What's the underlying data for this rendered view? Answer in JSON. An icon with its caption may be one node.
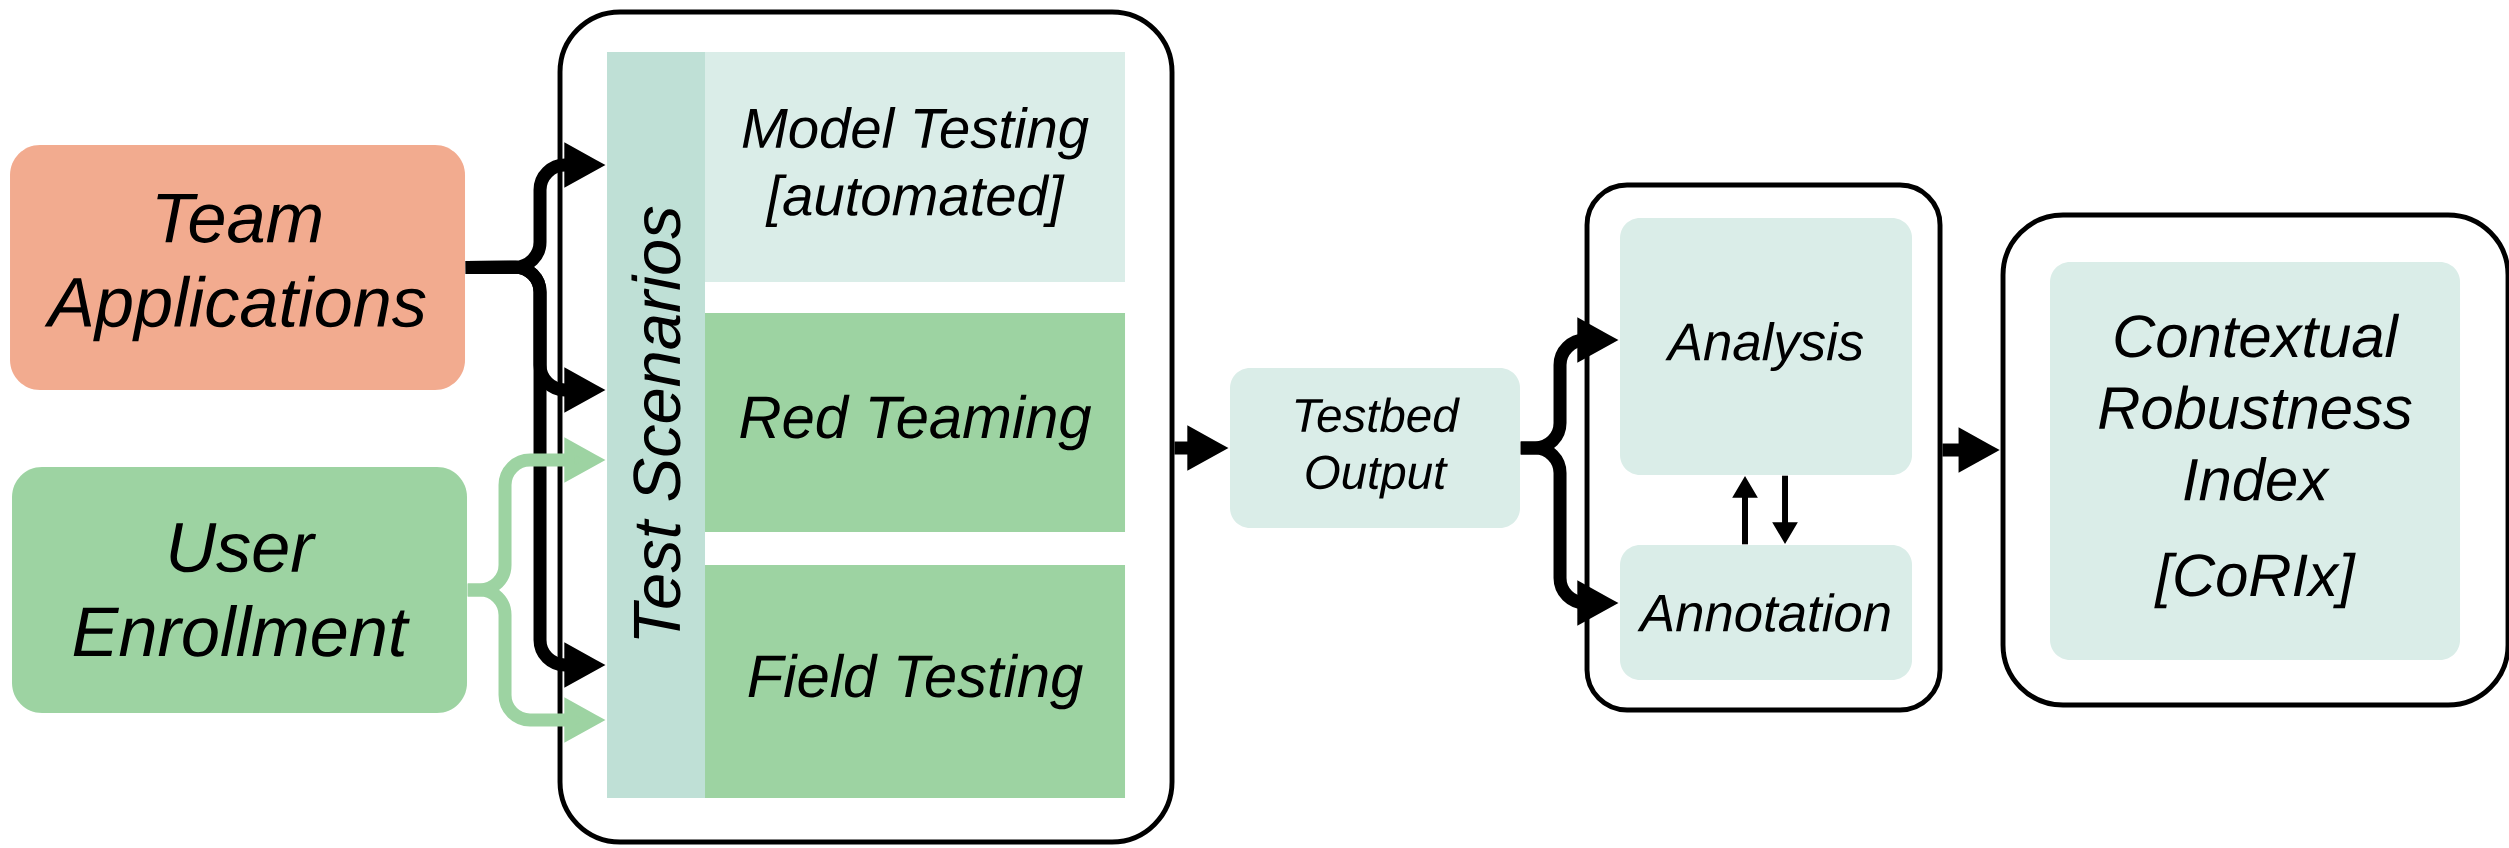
{
  "diagram": {
    "nodes": [
      {
        "text": [
          "Team Applications"
        ]
      },
      {
        "text": [
          "User Enrollment"
        ]
      },
      {
        "text": [],
        "shape": "box"
      },
      {
        "text": [
          "Test Scenarios"
        ],
        "in": 2
      },
      {
        "text": [
          "Model Testing [automated]"
        ],
        "in": 2
      },
      {
        "text": [
          "Red Teaming"
        ],
        "in": 2
      },
      {
        "text": [
          "Field Testing"
        ],
        "in": 2
      },
      {
        "text": [
          "Testbed Output"
        ]
      },
      {
        "text": [],
        "shape": "box"
      },
      {
        "text": [
          "Analysis"
        ],
        "in": 8
      },
      {
        "text": [
          "Annotation"
        ],
        "in": 8
      },
      {
        "text": [],
        "shape": "box"
      },
      {
        "text": [
          "Contextual Robustness Index",
          "[CoRIx]"
        ],
        "in": 11
      }
    ],
    "edges": [
      {
        "from": 0,
        "to": 3,
        "arrow": "to"
      },
      {
        "from": 0,
        "to": 3,
        "arrow": "to"
      },
      {
        "from": 0,
        "to": 3,
        "arrow": "to"
      },
      {
        "from": 1,
        "to": 3,
        "arrow": "to",
        "color": "#9dd3a2"
      },
      {
        "from": 1,
        "to": 3,
        "arrow": "to",
        "color": "#9dd3a2"
      },
      {
        "from": 2,
        "to": 7,
        "arrow": "to"
      },
      {
        "from": 7,
        "to": 9,
        "arrow": "to"
      },
      {
        "from": 7,
        "to": 10,
        "arrow": "to"
      },
      {
        "from": 10,
        "to": 9,
        "arrow": "to"
      },
      {
        "from": 9,
        "to": 10,
        "arrow": "to"
      },
      {
        "from": 8,
        "to": 11,
        "arrow": "to"
      }
    ]
  }
}
